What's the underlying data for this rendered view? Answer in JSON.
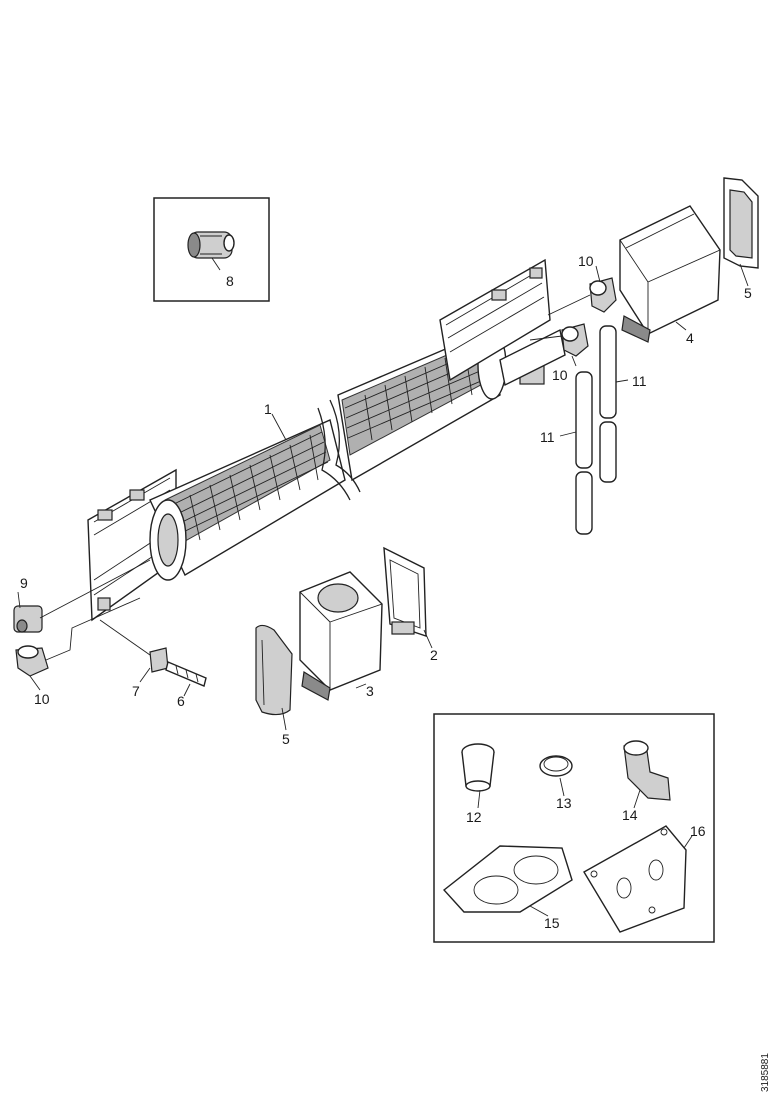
{
  "callouts": {
    "c1": "1",
    "c2": "2",
    "c3": "3",
    "c4": "4",
    "c5a": "5",
    "c5b": "5",
    "c6": "6",
    "c7": "7",
    "c8": "8",
    "c9": "9",
    "c10a": "10",
    "c10b": "10",
    "c10c": "10",
    "c11a": "11",
    "c11b": "11",
    "c12": "12",
    "c13": "13",
    "c14": "14",
    "c15": "15",
    "c16": "16"
  },
  "doc_number": "3185881"
}
